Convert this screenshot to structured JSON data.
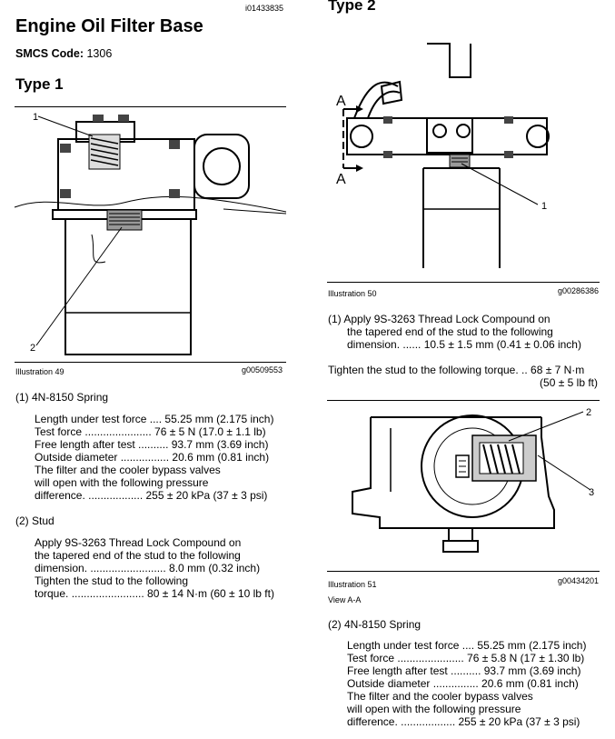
{
  "doc_id": "i01433835",
  "title": "Engine Oil Filter Base",
  "smcs_label": "SMCS Code:",
  "smcs_code": "1306",
  "type1": {
    "heading": "Type 1",
    "ill49": {
      "callout1": "1",
      "callout2": "2",
      "label": "Illustration 49",
      "ref": "g00509553"
    },
    "item1": {
      "title": "(1) 4N-8150 Spring",
      "lines": [
        "Length under test force .... 55.25 mm (2.175 inch)",
        "Test force ...................... 76 ± 5 N (17.0 ± 1.1 lb)",
        "Free length after test .......... 93.7 mm (3.69 inch)",
        "Outside diameter ................ 20.6 mm (0.81 inch)",
        "The filter and the cooler bypass valves",
        "will open with the following pressure",
        "difference. .................. 255 ± 20 kPa (37 ± 3 psi)"
      ]
    },
    "item2": {
      "title": "(2) Stud",
      "lines": [
        "Apply 9S-3263 Thread Lock Compound on",
        "the tapered end of the stud to the following",
        "dimension. ......................... 8.0 mm (0.32 inch)",
        "Tighten the stud to the following",
        "torque. ........................ 80 ± 14 N·m (60 ± 10 lb ft)"
      ]
    }
  },
  "type2": {
    "heading": "Type 2",
    "ill50": {
      "sectionA": "A",
      "callout1": "1",
      "label": "Illustration 50",
      "ref": "g00286386"
    },
    "item1": {
      "lines": [
        "(1) Apply 9S-3263 Thread Lock Compound on",
        "the tapered end of the stud to the following",
        "dimension. ...... 10.5 ± 1.5 mm (0.41 ± 0.06 inch)"
      ]
    },
    "torque_line1": "Tighten the stud to the following torque. .. 68 ± 7 N·m",
    "torque_line2": "(50 ± 5 lb ft)",
    "ill51": {
      "callout2": "2",
      "callout3": "3",
      "label": "Illustration 51",
      "ref": "g00434201",
      "view": "View A-A"
    },
    "item2": {
      "title": "(2) 4N-8150 Spring",
      "lines": [
        "Length under test force .... 55.25 mm (2.175 inch)",
        "Test force ...................... 76 ± 5.8 N (17 ± 1.30 lb)",
        "Free length after test .......... 93.7 mm (3.69 inch)",
        "Outside diameter ............... 20.6 mm (0.81 inch)",
        "The filter and the cooler bypass valves",
        "will open with the following pressure",
        "difference. .................. 255 ± 20 kPa (37 ± 3 psi)"
      ]
    }
  }
}
